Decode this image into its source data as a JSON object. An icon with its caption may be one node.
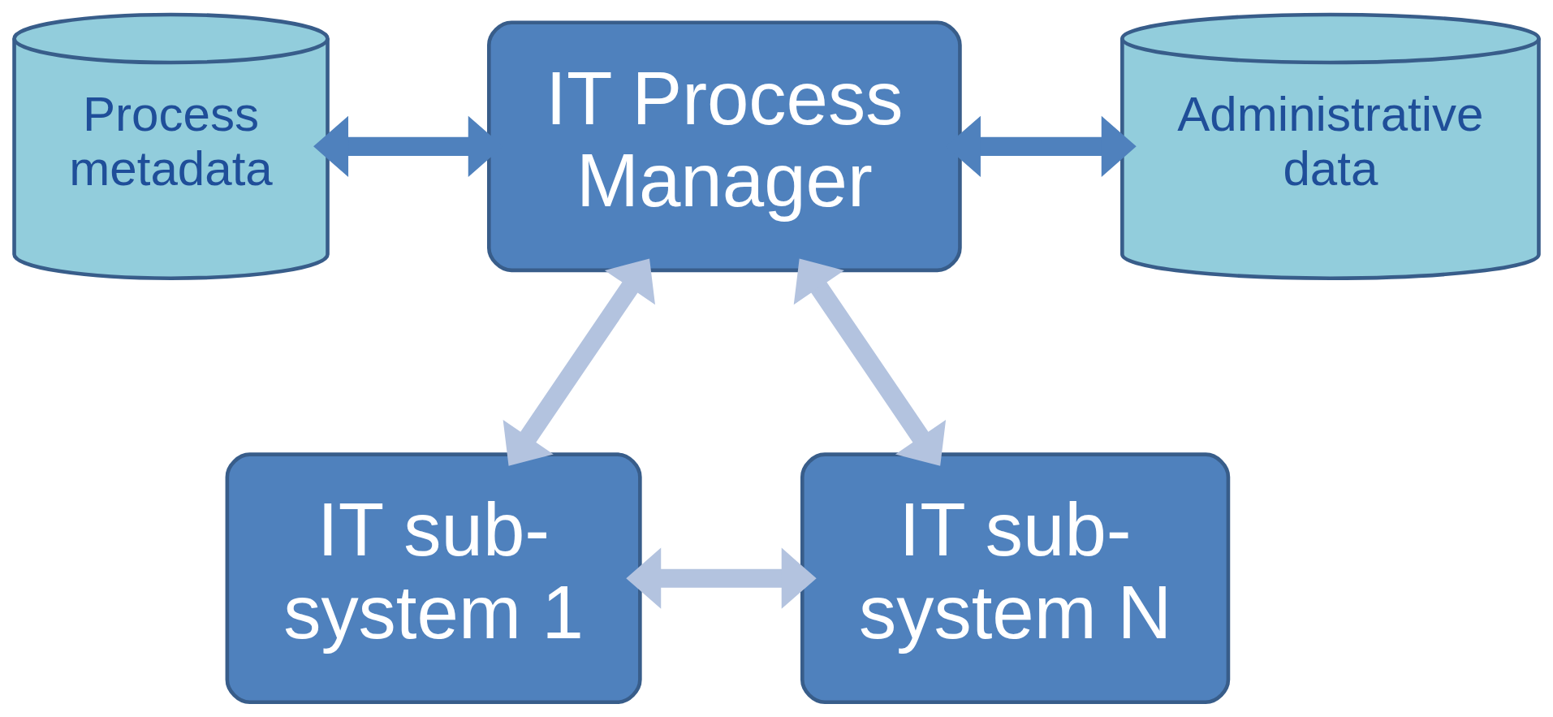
{
  "diagram": {
    "nodes": [
      {
        "text": [
          "Process metadata"
        ]
      },
      {
        "text": [
          "IT Process Manager"
        ]
      },
      {
        "text": [
          "Administrative data"
        ]
      },
      {
        "text": [
          "IT sub-system 1"
        ]
      },
      {
        "text": [
          "IT sub-system N"
        ]
      }
    ],
    "edges": [
      {
        "from": 0,
        "to": 1,
        "arrow": "both",
        "color": "#4f81bd"
      },
      {
        "from": 1,
        "to": 2,
        "arrow": "both",
        "color": "#4f81bd"
      },
      {
        "from": 1,
        "to": 3,
        "arrow": "both"
      },
      {
        "from": 1,
        "to": 4,
        "arrow": "both"
      },
      {
        "from": 3,
        "to": 4,
        "arrow": "both"
      }
    ]
  }
}
